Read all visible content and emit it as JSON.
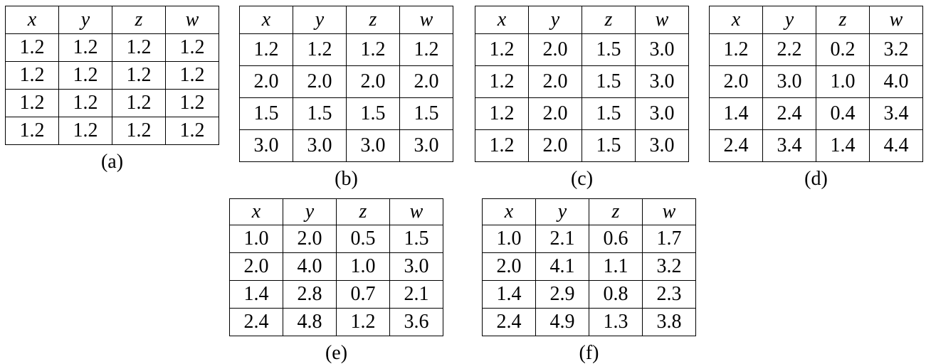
{
  "panels": [
    {
      "id": "a",
      "caption": "(a)",
      "headers": [
        "x",
        "y",
        "z",
        "w"
      ],
      "rows": [
        [
          "1.2",
          "1.2",
          "1.2",
          "1.2"
        ],
        [
          "1.2",
          "1.2",
          "1.2",
          "1.2"
        ],
        [
          "1.2",
          "1.2",
          "1.2",
          "1.2"
        ],
        [
          "1.2",
          "1.2",
          "1.2",
          "1.2"
        ]
      ]
    },
    {
      "id": "b",
      "caption": "(b)",
      "headers": [
        "x",
        "y",
        "z",
        "w"
      ],
      "rows": [
        [
          "1.2",
          "1.2",
          "1.2",
          "1.2"
        ],
        [
          "2.0",
          "2.0",
          "2.0",
          "2.0"
        ],
        [
          "1.5",
          "1.5",
          "1.5",
          "1.5"
        ],
        [
          "3.0",
          "3.0",
          "3.0",
          "3.0"
        ]
      ]
    },
    {
      "id": "c",
      "caption": "(c)",
      "headers": [
        "x",
        "y",
        "z",
        "w"
      ],
      "rows": [
        [
          "1.2",
          "2.0",
          "1.5",
          "3.0"
        ],
        [
          "1.2",
          "2.0",
          "1.5",
          "3.0"
        ],
        [
          "1.2",
          "2.0",
          "1.5",
          "3.0"
        ],
        [
          "1.2",
          "2.0",
          "1.5",
          "3.0"
        ]
      ]
    },
    {
      "id": "d",
      "caption": "(d)",
      "headers": [
        "x",
        "y",
        "z",
        "w"
      ],
      "rows": [
        [
          "1.2",
          "2.2",
          "0.2",
          "3.2"
        ],
        [
          "2.0",
          "3.0",
          "1.0",
          "4.0"
        ],
        [
          "1.4",
          "2.4",
          "0.4",
          "3.4"
        ],
        [
          "2.4",
          "3.4",
          "1.4",
          "4.4"
        ]
      ]
    },
    {
      "id": "e",
      "caption": "(e)",
      "headers": [
        "x",
        "y",
        "z",
        "w"
      ],
      "rows": [
        [
          "1.0",
          "2.0",
          "0.5",
          "1.5"
        ],
        [
          "2.0",
          "4.0",
          "1.0",
          "3.0"
        ],
        [
          "1.4",
          "2.8",
          "0.7",
          "2.1"
        ],
        [
          "2.4",
          "4.8",
          "1.2",
          "3.6"
        ]
      ]
    },
    {
      "id": "f",
      "caption": "(f)",
      "headers": [
        "x",
        "y",
        "z",
        "w"
      ],
      "rows": [
        [
          "1.0",
          "2.1",
          "0.6",
          "1.7"
        ],
        [
          "2.0",
          "4.1",
          "1.1",
          "3.2"
        ],
        [
          "1.4",
          "2.9",
          "0.8",
          "2.3"
        ],
        [
          "2.4",
          "4.9",
          "1.3",
          "3.8"
        ]
      ]
    }
  ]
}
